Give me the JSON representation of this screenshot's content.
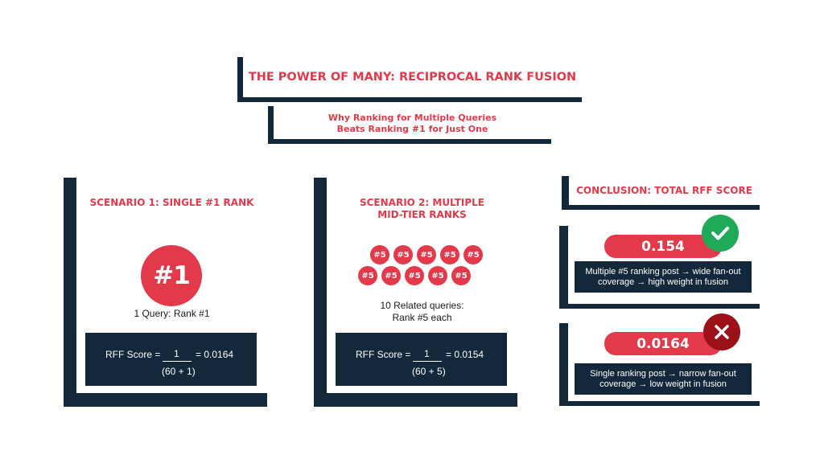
{
  "header": {
    "title": "THE POWER OF MANY: RECIPROCAL RANK FUSION",
    "subtitle_line1": "Why Ranking for Multiple Queries",
    "subtitle_line2": "Beats Ranking #1 for Just One"
  },
  "scenario1": {
    "title": "SCENARIO 1: SINGLE #1 RANK",
    "badge": "#1",
    "caption": "1 Query: Rank #1",
    "formula": {
      "label": "RFF Score =",
      "numerator": "1",
      "denominator": "(60 + 1)",
      "result": "= 0.0164"
    }
  },
  "scenario2": {
    "title_line1": "SCENARIO 2: MULTIPLE",
    "title_line2": "MID-TIER RANKS",
    "badges": [
      "#5",
      "#5",
      "#5",
      "#5",
      "#5",
      "#5",
      "#5",
      "#5",
      "#5",
      "#5"
    ],
    "caption_line1": "10 Related queries:",
    "caption_line2": "Rank #5 each",
    "formula": {
      "label": "RFF Score =",
      "numerator": "1",
      "denominator": "(60 + 5)",
      "result": "= 0.0154"
    }
  },
  "conclusion": {
    "title": "CONCLUSION: TOTAL RFF SCORE",
    "winner": {
      "score": "0.154",
      "icon": "check-icon",
      "desc_line1": "Multiple #5 ranking post → wide fan-out",
      "desc_line2": "coverage → high weight in fusion"
    },
    "loser": {
      "score": "0.0164",
      "icon": "cross-icon",
      "desc_line1": "Single ranking post → narrow fan-out",
      "desc_line2": "coverage → low weight in fusion"
    }
  },
  "colors": {
    "navy": "#13283a",
    "red": "#e33a4b",
    "green": "#1faa59",
    "dark_red": "#9c1018"
  }
}
